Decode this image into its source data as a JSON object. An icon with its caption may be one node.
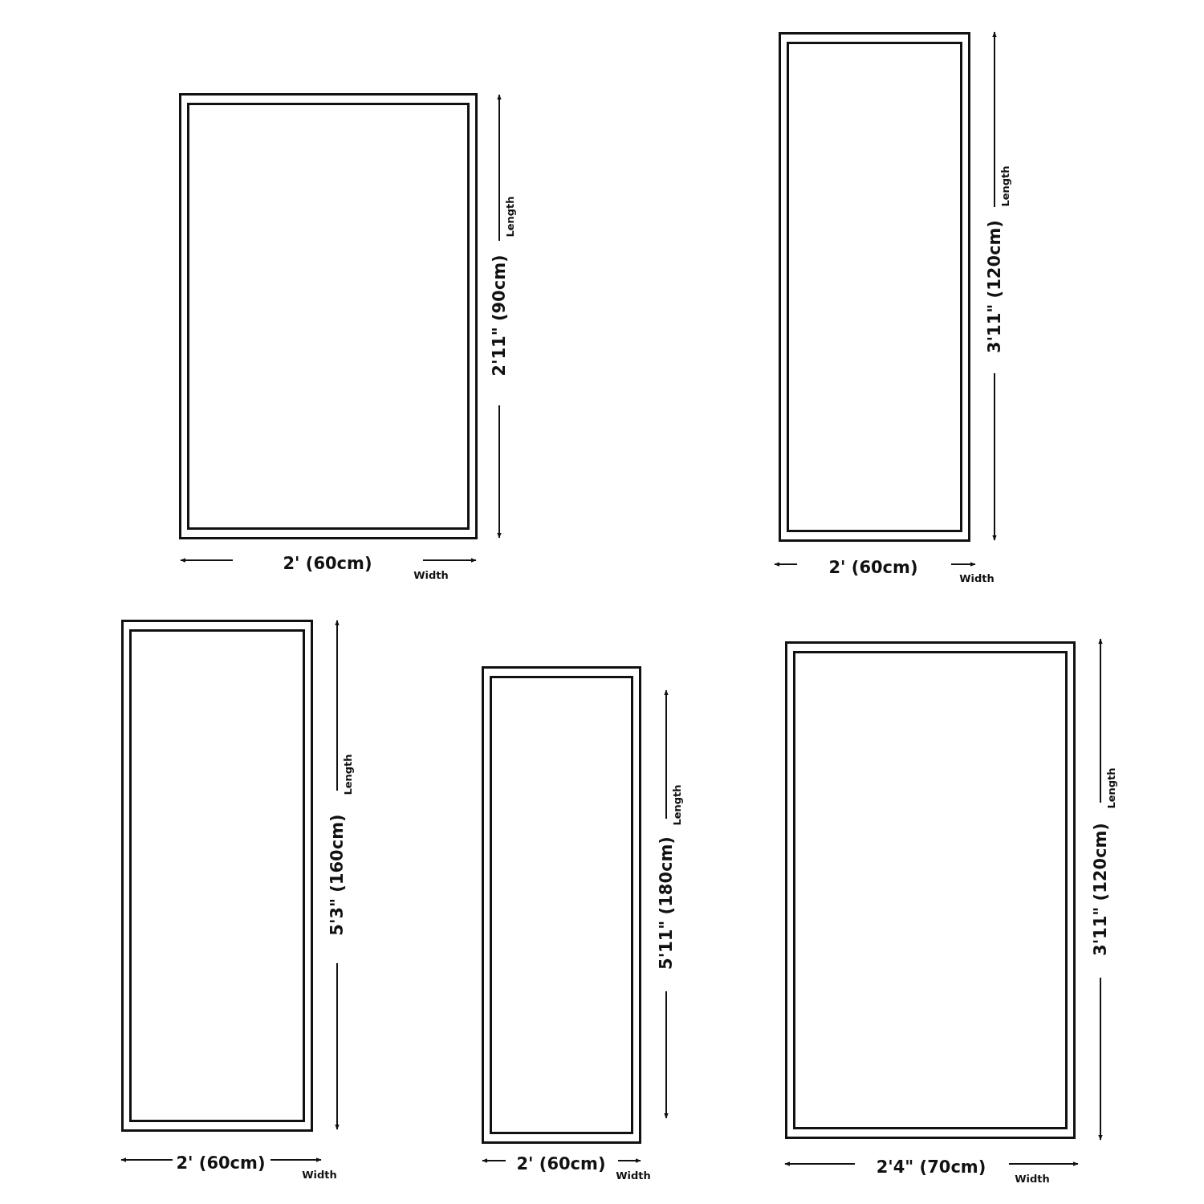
{
  "diagram": {
    "nodes": [
      {
        "text": [],
        "shape": "box",
        "beside": [
          "2'11\" (90cm)",
          "Length",
          "2' (60cm)",
          "Width"
        ]
      },
      {
        "text": [],
        "shape": "box",
        "beside": [
          "3'11\" (120cm)",
          "Length",
          "2' (60cm)",
          "Width"
        ]
      },
      {
        "text": [],
        "shape": "box",
        "beside": [
          "5'3\" (160cm)",
          "Length",
          "2' (60cm)",
          "Width"
        ]
      },
      {
        "text": [],
        "shape": "box",
        "beside": [
          "5'11\" (180cm)",
          "Length",
          "2' (60cm)",
          "Width"
        ]
      },
      {
        "text": [],
        "shape": "box",
        "beside": [
          "3'11\" (120cm)",
          "Length",
          "2'4\" (70cm)",
          "Width"
        ]
      }
    ]
  }
}
